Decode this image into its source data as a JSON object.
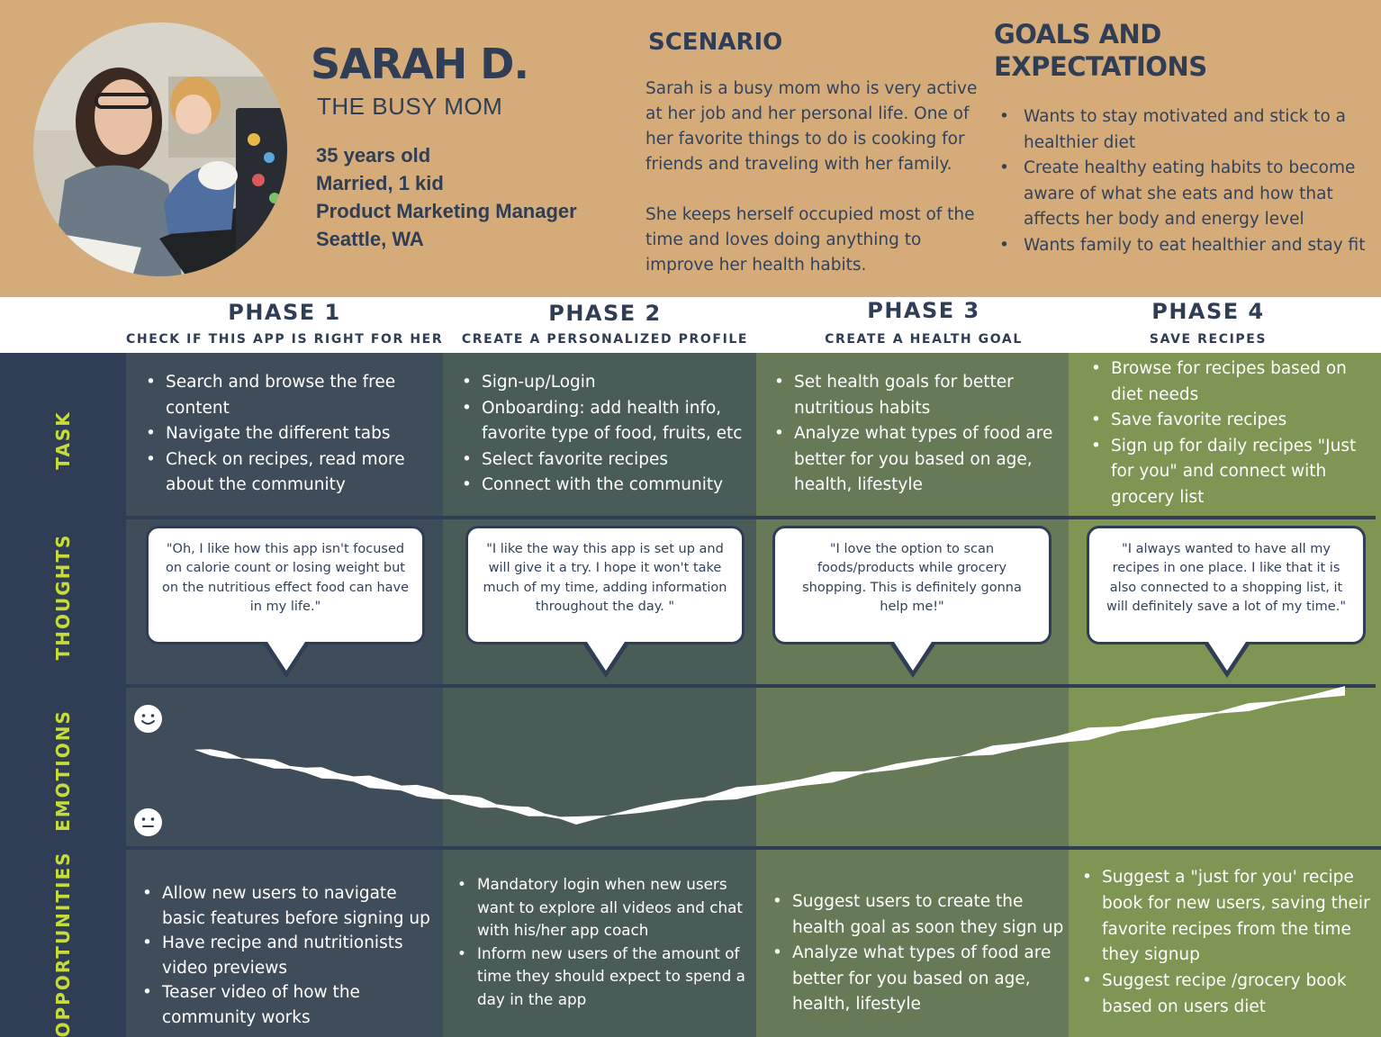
{
  "persona": {
    "name": "SARAH D.",
    "subtitle": "THE BUSY MOM",
    "details": [
      "35 years old",
      "Married, 1 kid",
      "Product Marketing Manager",
      "Seattle, WA"
    ]
  },
  "scenario": {
    "title": "SCENARIO",
    "paragraphs": [
      "Sarah is a busy mom who is very active at her job and her personal life. One of her favorite things to do is cooking for friends and traveling with her family.",
      "She keeps herself occupied most of the time and loves doing anything to improve her health habits."
    ]
  },
  "goals": {
    "title_line1": "GOALS AND",
    "title_line2": "EXPECTATIONS",
    "items": [
      "Wants to stay motivated and stick to a healthier diet",
      "Create healthy eating habits to become aware of what she eats and how that affects her body and energy level",
      "Wants family to eat healthier and stay fit"
    ]
  },
  "row_labels": {
    "task": "TASK",
    "thoughts": "THOUGHTS",
    "emotions": "EMOTIONS",
    "opportunities": "OPPORTUNITIES"
  },
  "colors": {
    "header_bg": "#d5ac79",
    "navy": "#2f3d55",
    "label_green": "#c5dc3a",
    "phase1": "#3f4d5b",
    "phase2": "#4a5c58",
    "phase3": "#677a58",
    "phase4": "#7f9553"
  },
  "phases": [
    {
      "title": "PHASE 1",
      "subtitle": "CHECK IF THIS APP IS RIGHT FOR HER",
      "tasks": [
        "Search and browse the free content",
        "Navigate the different tabs",
        "Check on recipes, read more about the community"
      ],
      "thought": "\"Oh, I like how this app isn't focused on calorie count or losing weight but on the nutritious effect food  can have in my life.\"",
      "opportunities": [
        "Allow new users to navigate basic features before signing up",
        "Have recipe and nutritionists video previews",
        "Teaser video of how the community works"
      ]
    },
    {
      "title": "PHASE 2",
      "subtitle": "CREATE A PERSONALIZED PROFILE",
      "tasks": [
        "Sign-up/Login",
        "Onboarding: add health info, favorite type of food, fruits, etc",
        "Select favorite recipes",
        "Connect with the community"
      ],
      "thought": "\"I like the way this app is set up and will give it a try. I hope it won't take much of my time, adding information throughout the day. \"",
      "opportunities": [
        "Mandatory login when new users want to explore all videos and chat with his/her app coach",
        "Inform new users of the amount of time they  should expect to spend a day in the app"
      ]
    },
    {
      "title": "PHASE 3",
      "subtitle": "CREATE A HEALTH GOAL",
      "tasks": [
        "Set health goals for better nutritious habits",
        "Analyze what types of food are better for you based on age, health, lifestyle"
      ],
      "thought": "\"I love the option to scan foods/products while grocery shopping. This is definitely gonna help me!\"",
      "opportunities": [
        "Suggest users to create the health goal as soon they sign up",
        "Analyze what types of food are better for you based on age, health, lifestyle"
      ]
    },
    {
      "title": "PHASE 4",
      "subtitle": "SAVE RECIPES",
      "tasks": [
        "Browse for recipes based on diet needs",
        "Save favorite recipes",
        "Sign up for daily recipes \"Just for you\" and connect with grocery list"
      ],
      "thought": "\"I always wanted to have all my recipes in one place. I like that it is also connected to a shopping list, it will definitely save a lot of my time.\"",
      "opportunities": [
        "Suggest a \"just for you' recipe book for new users, saving their favorite recipes from the time they signup",
        "Suggest recipe /grocery book based on users diet"
      ]
    }
  ],
  "emotion_curve": [
    {
      "phase": "start",
      "level": 0.55
    },
    {
      "phase": "PHASE 2",
      "level": 0.0
    },
    {
      "phase": "end",
      "level": 1.0
    }
  ]
}
